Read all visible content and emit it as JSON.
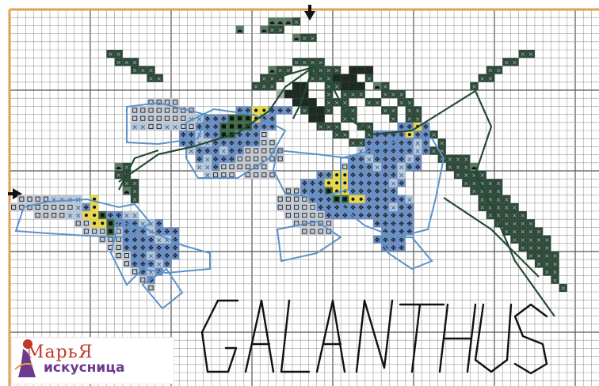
{
  "pattern": {
    "title": "Galanthus",
    "colors": {
      "frame": "#e2a04a",
      "grid": "#9a9a9a",
      "grid_major": "#555555",
      "outline_blue": "#5b93c9",
      "outline_dark": "#244a34",
      "white_petal": "#c5ccd6",
      "blue_petal": "#6b8fc4",
      "yellow": "#e8d84a",
      "dark_green": "#2f4a3b",
      "mid_green": "#5d7a64",
      "light_green": "#a3b5a6",
      "black": "#1d2b23"
    },
    "center_markers": [
      "arrow-down-marker",
      "arrow-right-marker"
    ]
  },
  "logo": {
    "brand_top": "МарьЯ",
    "brand_bottom": "искусница"
  }
}
